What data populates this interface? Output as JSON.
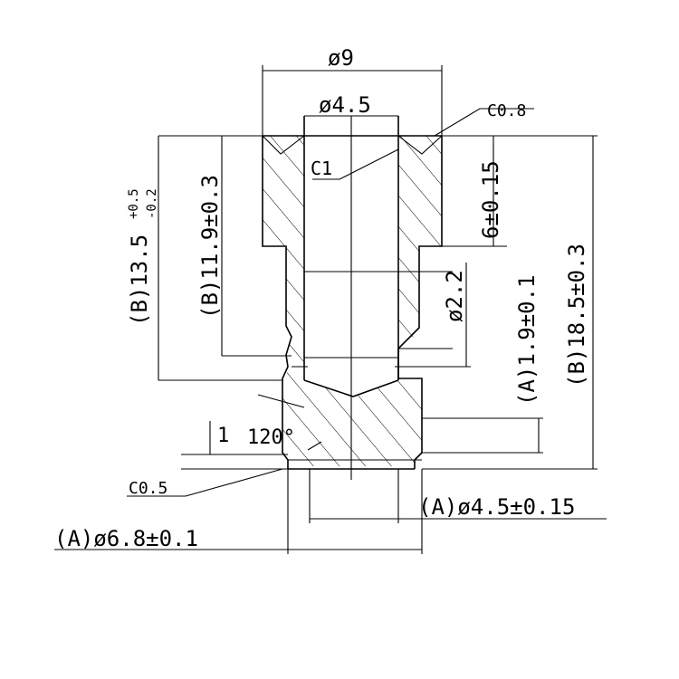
{
  "labels": {
    "d9": "ø9",
    "d45": "ø4.5",
    "c08": "C0.8",
    "c1": "C1",
    "len6": "6±0.15",
    "b135": "(B)13.5",
    "b135_upper": "+0.5",
    "b135_lower": "-0.2",
    "b119": "(B)11.9±0.3",
    "d22": "ø2.2",
    "a19": "(A)1.9±0.1",
    "b185": "(B)18.5±0.3",
    "one": "1",
    "angle120": "120°",
    "c05": "C0.5",
    "a45": "(A)ø4.5±0.15",
    "a68": "(A)ø6.8±0.1"
  },
  "colors": {
    "line": "#000000",
    "background": "#ffffff"
  }
}
